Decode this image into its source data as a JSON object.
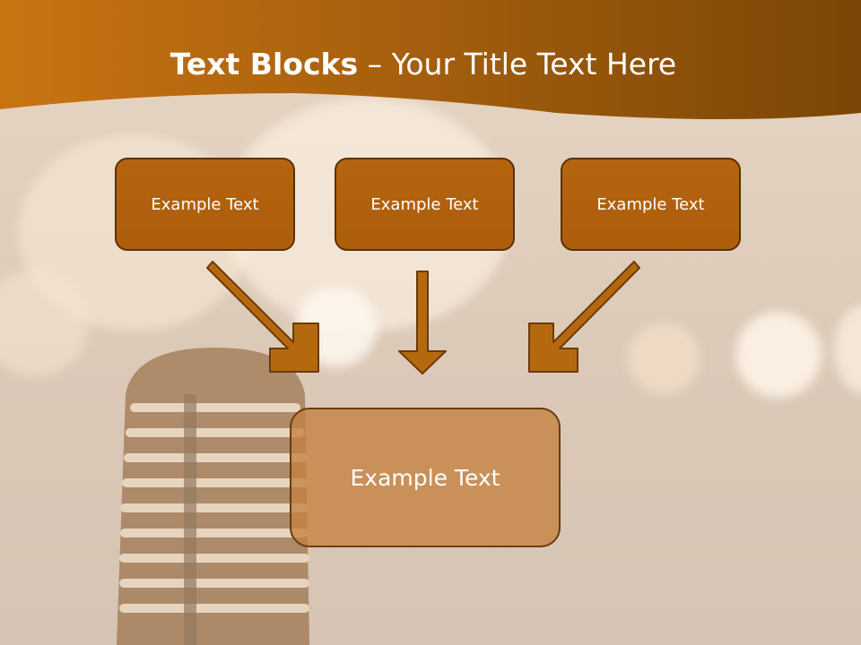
{
  "slide": {
    "title_bold": "Text Blocks",
    "title_dash": " – ",
    "title_rest": "Your Title Text Here"
  },
  "blocks": {
    "top": [
      "Example Text",
      "Example Text",
      "Example Text"
    ],
    "bottom": "Example Text"
  },
  "colors": {
    "header_dark": "#7a4606",
    "header_orange": "#c87412",
    "block_fill": "#ae5f0d",
    "block_border": "#5a3106",
    "arrow_fill": "#b5690f",
    "bottom_block_fill": "#c9905e"
  },
  "icons": [
    "arrow-down-right-icon",
    "arrow-down-icon",
    "arrow-down-left-icon"
  ]
}
